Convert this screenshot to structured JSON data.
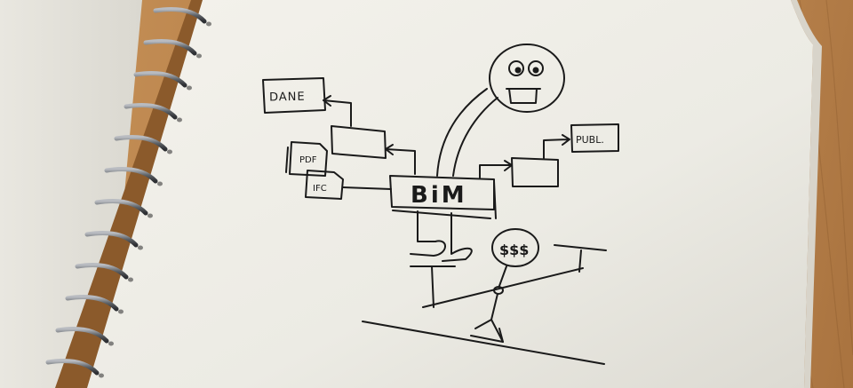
{
  "sketch": {
    "labels": {
      "dane": "DANE",
      "pdf": "PDF",
      "ifc": "IFC",
      "bim": "BiM",
      "publ": "PUBL.",
      "money": "$$$"
    }
  },
  "colors": {
    "paper": "#efede6",
    "ink": "#1a1a1a",
    "desk": "#b57d45",
    "spiral": "#7a7d82"
  }
}
